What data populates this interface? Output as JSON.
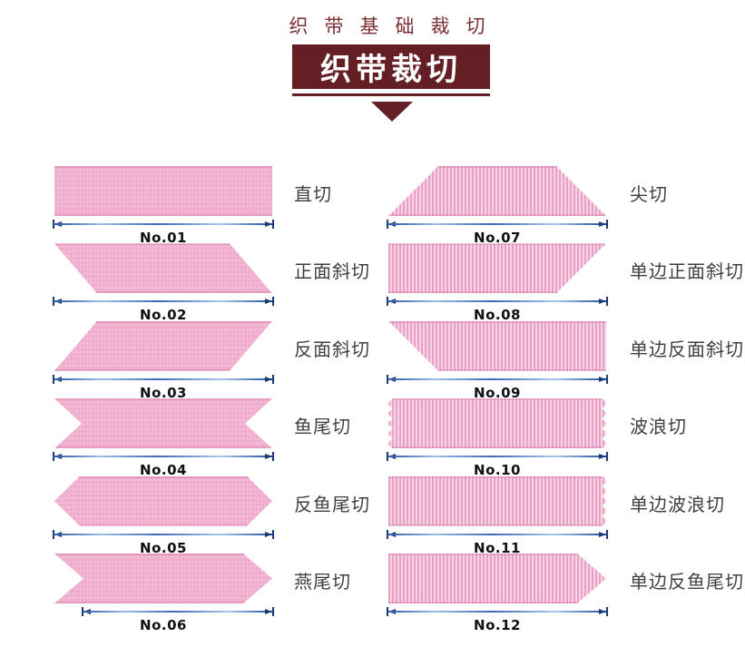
{
  "header": {
    "subtitle": "织带基础裁切",
    "title": "织带裁切"
  },
  "items": [
    {
      "no": "No.01",
      "name": "直切",
      "shape": "straight",
      "texture": "satin"
    },
    {
      "no": "No.02",
      "name": "正面斜切",
      "shape": "front-bevel",
      "texture": "satin"
    },
    {
      "no": "No.03",
      "name": "反面斜切",
      "shape": "back-bevel",
      "texture": "satin"
    },
    {
      "no": "No.04",
      "name": "鱼尾切",
      "shape": "fishtail",
      "texture": "satin"
    },
    {
      "no": "No.05",
      "name": "反鱼尾切",
      "shape": "reverse-fishtail",
      "texture": "satin"
    },
    {
      "no": "No.06",
      "name": "燕尾切",
      "shape": "swallowtail",
      "texture": "satin"
    },
    {
      "no": "No.07",
      "name": "尖切",
      "shape": "point",
      "texture": "grosgrain"
    },
    {
      "no": "No.08",
      "name": "单边正面斜切",
      "shape": "single-front-bevel",
      "texture": "grosgrain"
    },
    {
      "no": "No.09",
      "name": "单边反面斜切",
      "shape": "single-back-bevel",
      "texture": "grosgrain"
    },
    {
      "no": "No.10",
      "name": "波浪切",
      "shape": "wave",
      "texture": "grosgrain"
    },
    {
      "no": "No.11",
      "name": "单边波浪切",
      "shape": "single-wave",
      "texture": "grosgrain"
    },
    {
      "no": "No.12",
      "name": "单边反鱼尾切",
      "shape": "single-reverse-fishtail",
      "texture": "grosgrain"
    }
  ],
  "colors": {
    "maroon": "#641f24",
    "subtitle_red": "#7c2f33",
    "satin_pink": "#f2aecf",
    "grosgrain_pink": "#e9a2c7",
    "grosgrain_light": "#f7d2e5",
    "dimension_blue": "#24549f",
    "label_dark": "#3f3f3f"
  }
}
